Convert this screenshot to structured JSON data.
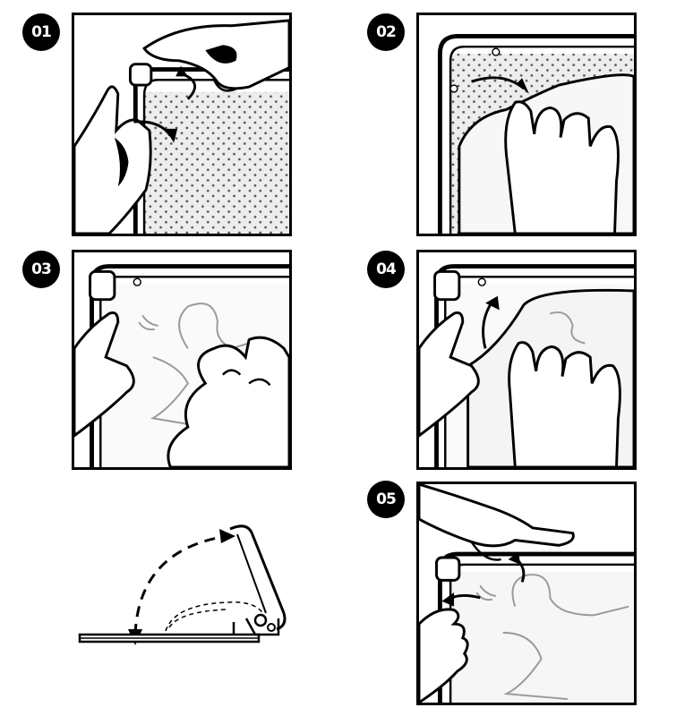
{
  "steps": [
    {
      "number": "01"
    },
    {
      "number": "02"
    },
    {
      "number": "03"
    },
    {
      "number": "04"
    },
    {
      "number": "05"
    }
  ],
  "colors": {
    "ink": "#000000",
    "paper": "#ffffff",
    "board": "#e8e8e8",
    "dots": "#555555"
  }
}
